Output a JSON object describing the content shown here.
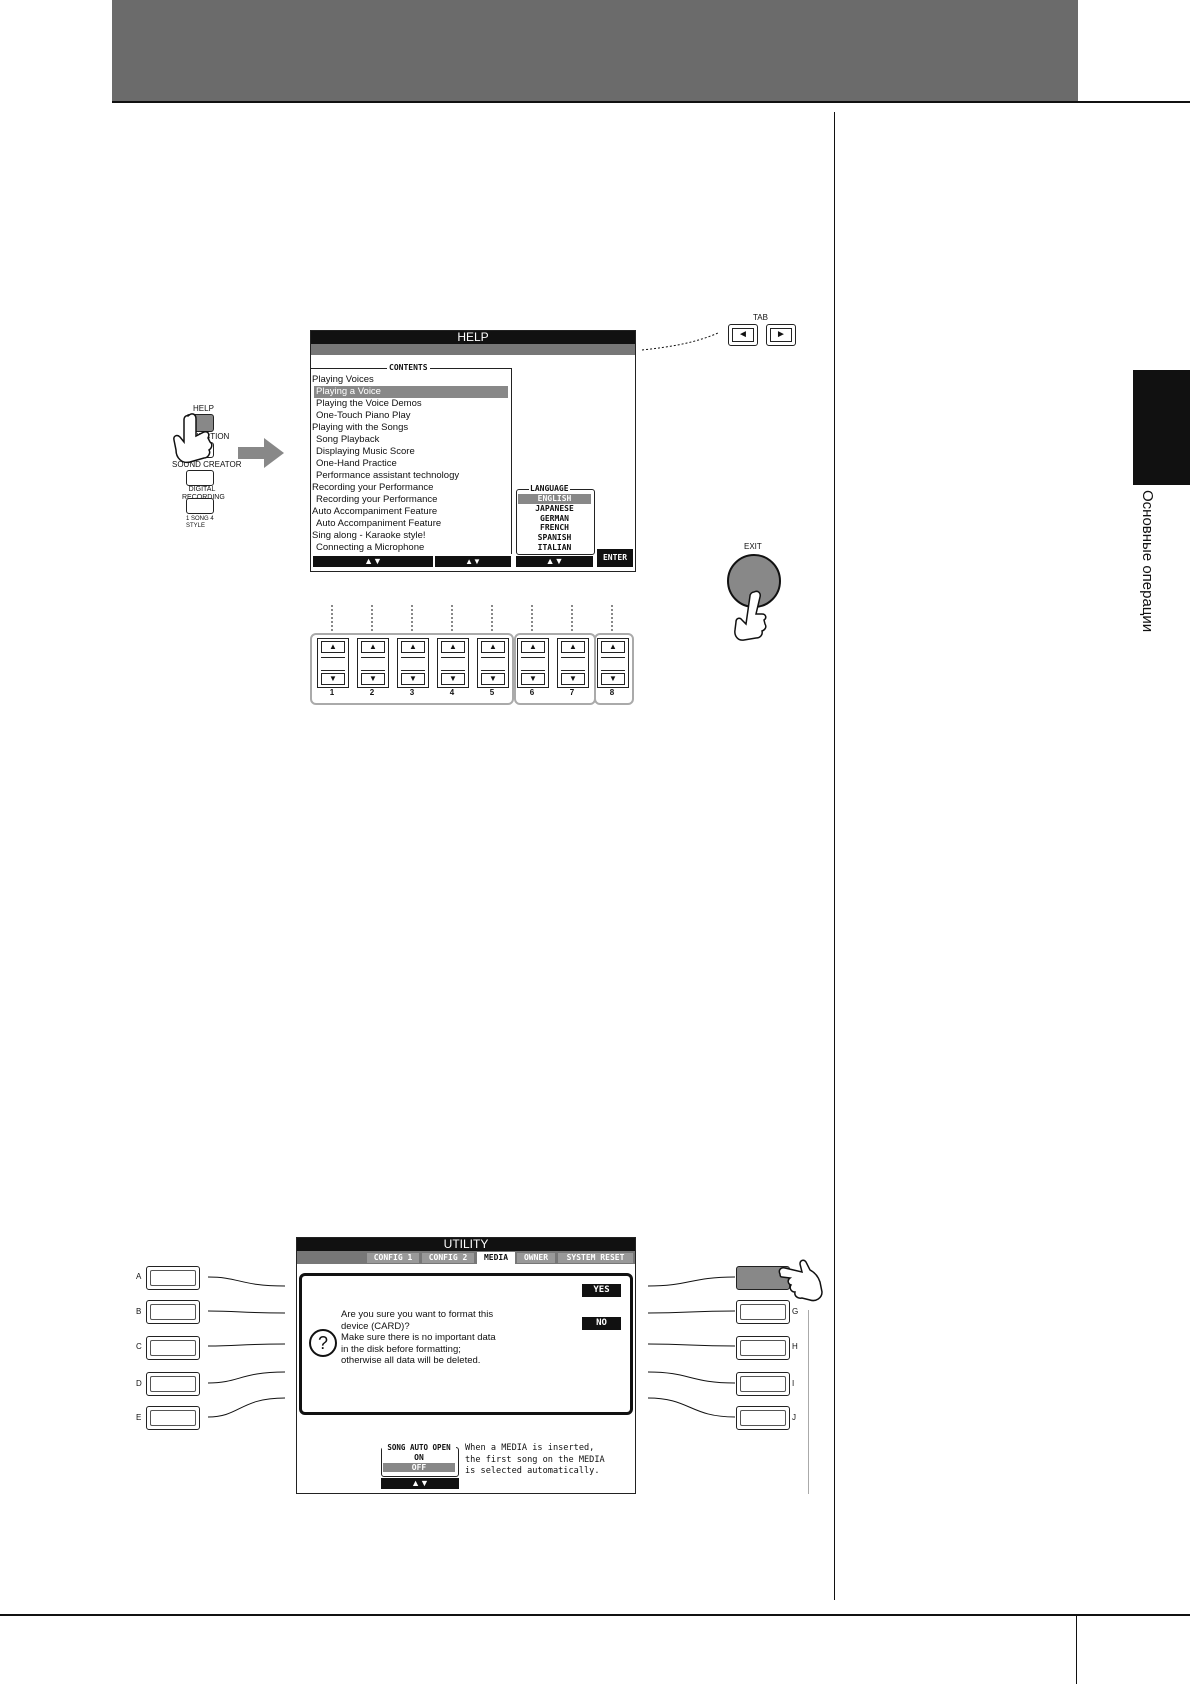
{
  "sidebar": {
    "section_title": "Основные операции"
  },
  "panel_left": {
    "buttons": [
      {
        "label": "HELP"
      },
      {
        "label": "FUNCTION"
      },
      {
        "label": "SOUND CREATOR"
      },
      {
        "label": "DIGITAL RECORDING"
      },
      {
        "label": "1 SONG 4 STYLE"
      }
    ]
  },
  "help_screen": {
    "title": "HELP",
    "contents_title": "CONTENTS",
    "items": [
      "Playing Voices",
      "Playing a Voice",
      "Playing the Voice Demos",
      "One-Touch Piano Play",
      "Playing with the Songs",
      "Song Playback",
      "Displaying Music Score",
      "One-Hand Practice",
      "Performance assistant technology",
      "Recording your Performance",
      "Recording your Performance",
      "Auto Accompaniment Feature",
      "Auto Accompaniment Feature",
      "Sing along - Karaoke style!",
      "Connecting a Microphone"
    ],
    "language_title": "LANGUAGE",
    "languages": [
      "ENGLISH",
      "JAPANESE",
      "GERMAN",
      "FRENCH",
      "SPANISH",
      "ITALIAN"
    ],
    "bottom": {
      "arrows1": "▲▼",
      "arrows2": "▲▼",
      "arrows3": "▲▼",
      "enter": "ENTER"
    }
  },
  "tab_buttons": {
    "label": "TAB",
    "left": "◄",
    "right": "►"
  },
  "exit_button": {
    "label": "EXIT"
  },
  "dials": {
    "numbers": [
      "1",
      "2",
      "3",
      "4",
      "5",
      "6",
      "7",
      "8"
    ]
  },
  "utility_screen": {
    "title": "UTILITY",
    "tabs": [
      "CONFIG 1",
      "CONFIG 2",
      "MEDIA",
      "OWNER",
      "SYSTEM RESET"
    ],
    "active_tab": "MEDIA",
    "dialog_lines": [
      "Are you sure you want to format this",
      "device (CARD)?",
      "Make sure there is no important data",
      "in the disk before formatting;",
      "otherwise all data will be deleted."
    ],
    "yes": "YES",
    "no": "NO",
    "song_auto_open": "SONG AUTO OPEN",
    "on": "ON",
    "off": "OFF",
    "arrows": "▲▼",
    "note_lines": [
      "When a MEDIA is inserted,",
      "the first song on the MEDIA",
      "is selected automatically."
    ],
    "left_labels": [
      "A",
      "B",
      "C",
      "D",
      "E"
    ],
    "right_labels": [
      "G",
      "H",
      "I",
      "J"
    ]
  }
}
